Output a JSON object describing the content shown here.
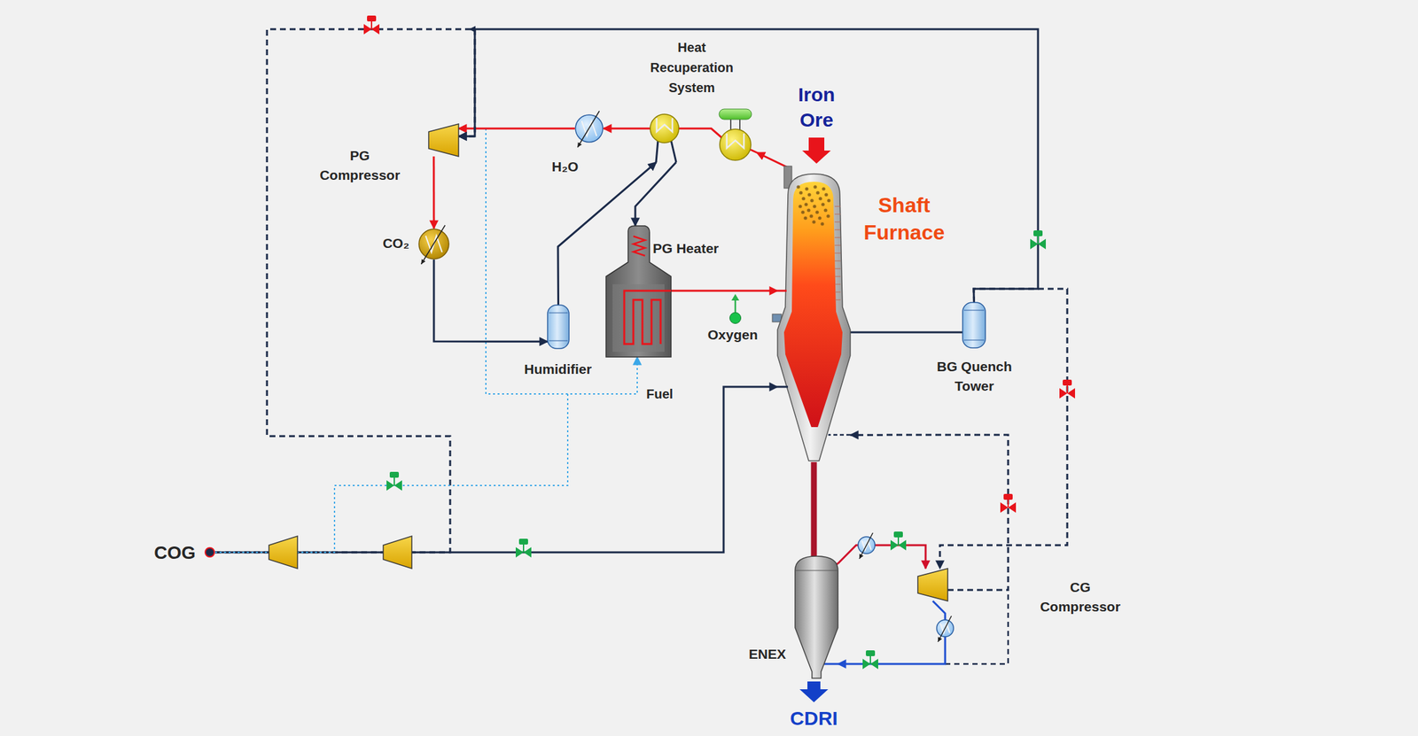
{
  "diagram": {
    "nodes": [
      {
        "text": [
          "Shaft Furnace"
        ]
      },
      {
        "text": [
          "Heat Recuperation System"
        ]
      },
      {
        "text": [
          "PG Compressor"
        ]
      },
      {
        "text": [
          "CO₂"
        ]
      },
      {
        "text": [
          "Humidifier"
        ]
      },
      {
        "text": [
          "PG Heater"
        ]
      },
      {
        "text": [
          "BG Quench Tower"
        ]
      },
      {
        "text": [
          "CG Compressor"
        ]
      },
      {
        "text": [
          "ENEX"
        ]
      },
      {
        "text": [
          "H₂O"
        ]
      },
      {
        "text": [
          "COG"
        ]
      },
      {
        "text": [
          "Oxygen"
        ]
      }
    ],
    "edges": [
      {
        "from": 0,
        "to": 1,
        "arrow": "to"
      },
      {
        "from": 1,
        "to": 9,
        "arrow": "to"
      },
      {
        "from": 9,
        "to": 2,
        "arrow": "to"
      },
      {
        "from": 2,
        "to": 3,
        "arrow": "to"
      },
      {
        "from": 3,
        "to": 4,
        "arrow": "to"
      },
      {
        "from": 4,
        "to": 1,
        "arrow": "to"
      },
      {
        "from": 1,
        "to": 5,
        "arrow": "to"
      },
      {
        "from": 5,
        "to": 0,
        "arrow": "to"
      },
      {
        "from": 0,
        "to": 6,
        "arrow": "none"
      },
      {
        "from": 6,
        "to": 2,
        "arrow": "to"
      },
      {
        "from": 6,
        "to": 7,
        "arrow": "to"
      },
      {
        "from": 8,
        "to": 7,
        "arrow": "to"
      },
      {
        "from": 7,
        "to": 8,
        "arrow": "to"
      },
      {
        "from": 7,
        "to": 0,
        "arrow": "to"
      },
      {
        "from": 10,
        "to": 0,
        "arrow": "to"
      },
      {
        "from": 10,
        "to": 2,
        "arrow": "to"
      },
      {
        "from": 10,
        "to": 5,
        "arrow": "to"
      }
    ],
    "labels": [
      "Iron Ore",
      "Fuel",
      "CDRI"
    ]
  }
}
